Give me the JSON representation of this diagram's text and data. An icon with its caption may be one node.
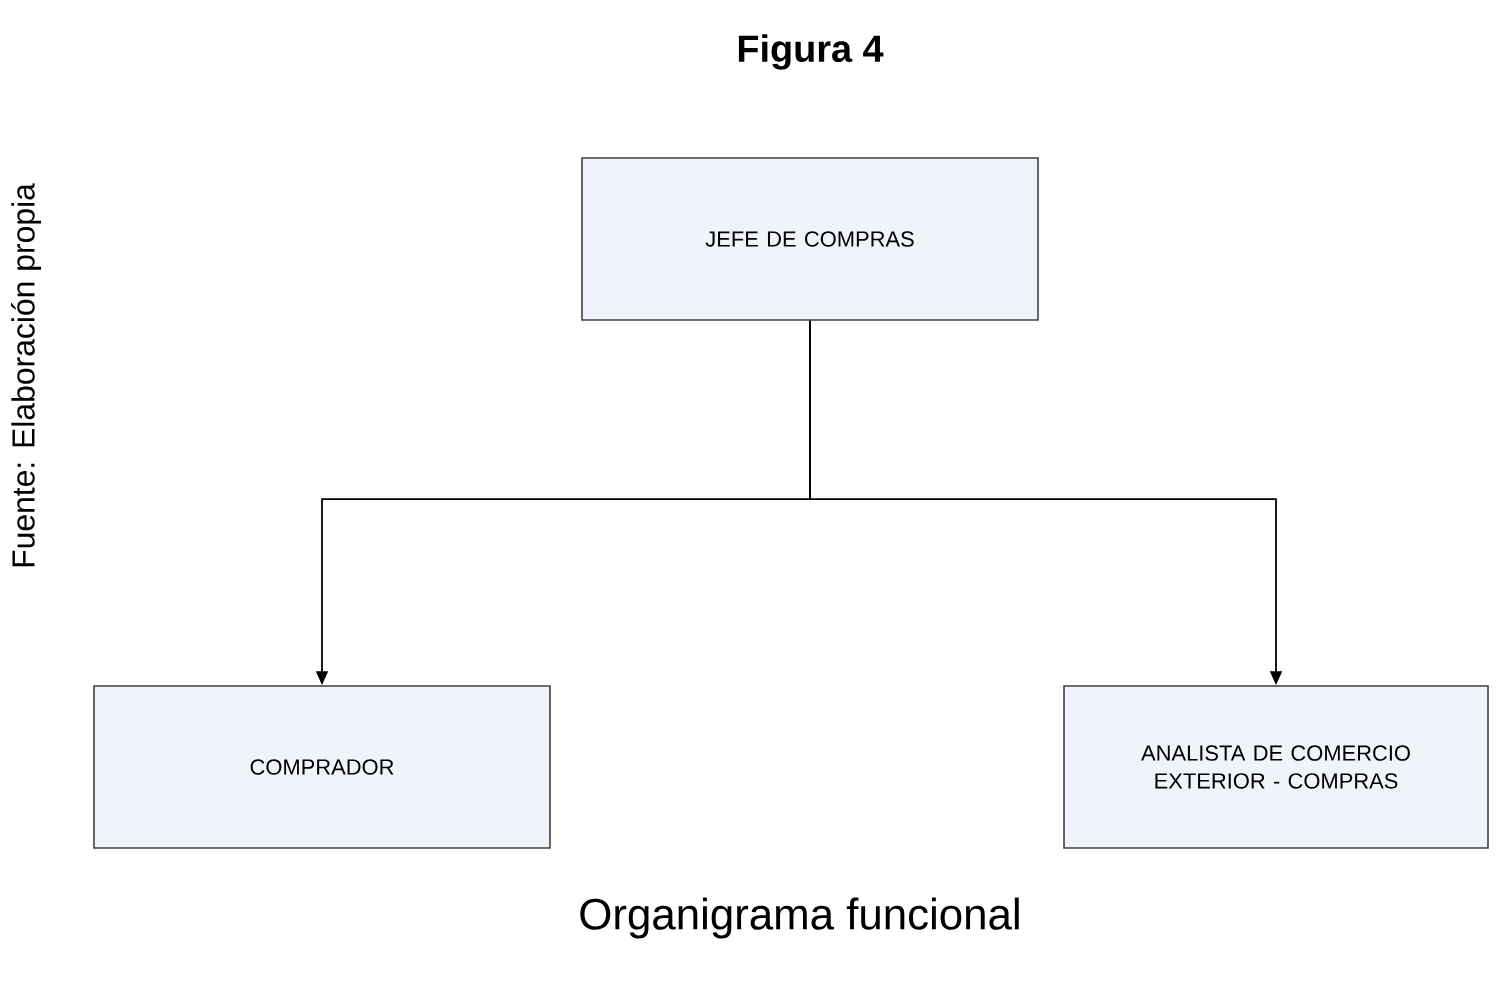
{
  "diagram": {
    "title": "Figura 4",
    "caption": "Organigrama funcional",
    "nodes": [
      {
        "text": [
          "JEFE DE COMPRAS"
        ]
      },
      {
        "text": [
          "COMPRADOR"
        ]
      },
      {
        "text": [
          "ANALISTA DE COMERCIO EXTERIOR - COMPRAS"
        ]
      }
    ],
    "edges": [
      {
        "from": 0,
        "to": 1,
        "arrow": "to"
      },
      {
        "from": 0,
        "to": 2,
        "arrow": "to"
      }
    ],
    "labels": [
      "Fuente: Elaboración propia"
    ]
  }
}
